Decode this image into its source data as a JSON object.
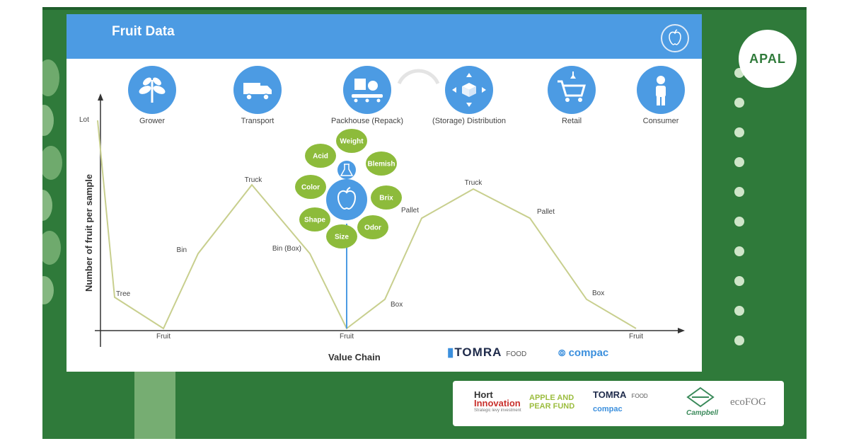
{
  "slide": {
    "title": "Fruit Data",
    "header_icon": "apple-icon"
  },
  "stages": [
    {
      "label": "Grower",
      "icon": "seedling-icon"
    },
    {
      "label": "Transport",
      "icon": "truck-icon"
    },
    {
      "label": "Packhouse (Repack)",
      "icon": "conveyor-icon"
    },
    {
      "label": "(Storage) Distribution",
      "icon": "box-arrows-icon"
    },
    {
      "label": "Retail",
      "icon": "cart-icon"
    },
    {
      "label": "Consumer",
      "icon": "person-icon"
    }
  ],
  "chart": {
    "y_axis_title": "Number of fruit per sample",
    "x_axis_title": "Value Chain",
    "y_top_label": "Lot",
    "points": [
      {
        "label": "Lot",
        "value": 10
      },
      {
        "label": "Tree",
        "value": 1.5
      },
      {
        "label": "Fruit",
        "value": 0
      },
      {
        "label": "Bin",
        "value": 3.6
      },
      {
        "label": "Truck",
        "value": 6.9
      },
      {
        "label": "Bin (Box)",
        "value": 3.6
      },
      {
        "label": "Fruit",
        "value": 0
      },
      {
        "label": "Box",
        "value": 1.4
      },
      {
        "label": "Pallet",
        "value": 5.3
      },
      {
        "label": "Truck",
        "value": 6.7
      },
      {
        "label": "Pallet",
        "value": 5.3
      },
      {
        "label": "Box",
        "value": 1.4
      },
      {
        "label": "Fruit",
        "value": 0
      }
    ],
    "line_color": "#c8cf8e"
  },
  "attributes": [
    "Weight",
    "Blemish",
    "Brix",
    "Odor",
    "Size",
    "Shape",
    "Color",
    "Acid"
  ],
  "attribute_color": "#8dbb3b",
  "center_icons": [
    "flask-icon",
    "apple-icon"
  ],
  "brands": {
    "tomra": "TOMRA",
    "food": "FOOD",
    "compac": "compac"
  },
  "apal": "APAL",
  "sponsors": {
    "hort_1": "Hort",
    "hort_2": "Innovation",
    "hort_tagline": "Strategic levy investment",
    "apple_pear_1": "APPLE AND",
    "apple_pear_2": "PEAR FUND",
    "tomra": "TOMRA",
    "food": "FOOD",
    "compac": "compac",
    "campbell": "Campbell",
    "ecofog": "ecoFOG"
  },
  "colors": {
    "frame_green": "#2f7a3a",
    "header_blue": "#4c9be3",
    "attribute_green": "#8dbb3b"
  }
}
